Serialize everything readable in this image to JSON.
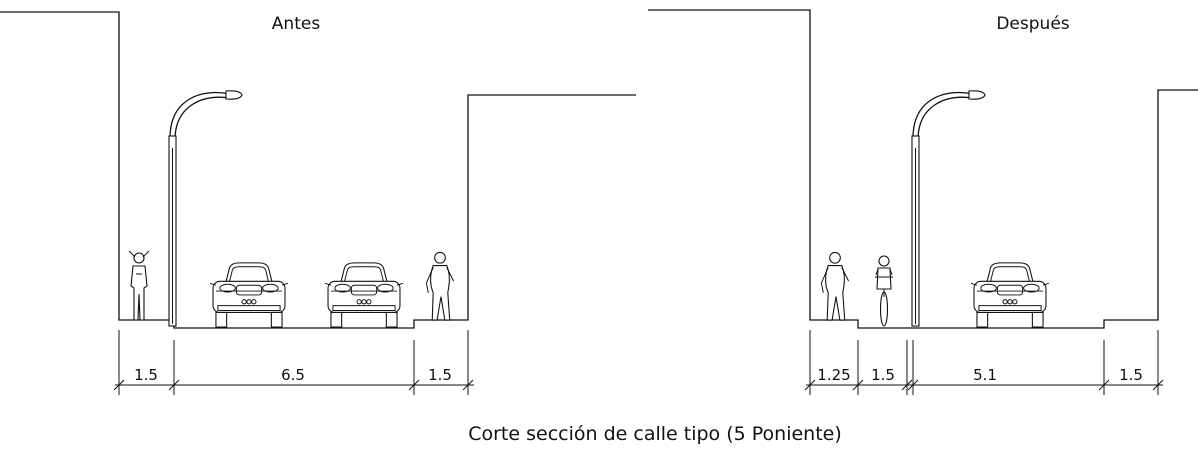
{
  "panels": [
    {
      "title": "Antes",
      "dimensions": [
        "1.5",
        "6.5",
        "1.5"
      ]
    },
    {
      "title": "Después",
      "dimensions": [
        "1.25",
        "1.5",
        "5.1",
        "1.5"
      ]
    }
  ],
  "caption": "Corte sección de calle tipo (5 Poniente)"
}
